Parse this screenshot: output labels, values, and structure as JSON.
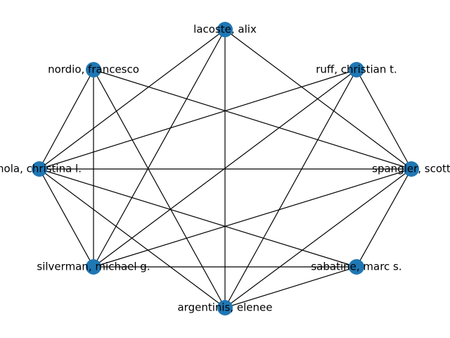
{
  "graph": {
    "node_color": "#1f77b4",
    "edge_color": "#000000",
    "nodes": [
      {
        "id": "lacoste",
        "label": "lacoste, alix"
      },
      {
        "id": "ruff",
        "label": "ruff, christian t."
      },
      {
        "id": "spangler",
        "label": "spangler, scott"
      },
      {
        "id": "sabatine",
        "label": "sabatine, marc s."
      },
      {
        "id": "argentinis",
        "label": "argentinis, elenee"
      },
      {
        "id": "silverman",
        "label": "silverman, michael g."
      },
      {
        "id": "nola",
        "label": "nola, christina l."
      },
      {
        "id": "nordio",
        "label": "nordio, francesco"
      }
    ],
    "edges": [
      [
        "lacoste",
        "spangler"
      ],
      [
        "lacoste",
        "argentinis"
      ],
      [
        "lacoste",
        "silverman"
      ],
      [
        "lacoste",
        "nola"
      ],
      [
        "ruff",
        "spangler"
      ],
      [
        "ruff",
        "argentinis"
      ],
      [
        "ruff",
        "silverman"
      ],
      [
        "ruff",
        "nola"
      ],
      [
        "spangler",
        "sabatine"
      ],
      [
        "spangler",
        "argentinis"
      ],
      [
        "spangler",
        "silverman"
      ],
      [
        "spangler",
        "nola"
      ],
      [
        "spangler",
        "nordio"
      ],
      [
        "sabatine",
        "argentinis"
      ],
      [
        "sabatine",
        "silverman"
      ],
      [
        "sabatine",
        "nola"
      ],
      [
        "argentinis",
        "nola"
      ],
      [
        "argentinis",
        "nordio"
      ],
      [
        "silverman",
        "nola"
      ],
      [
        "silverman",
        "nordio"
      ],
      [
        "nola",
        "nordio"
      ]
    ]
  }
}
